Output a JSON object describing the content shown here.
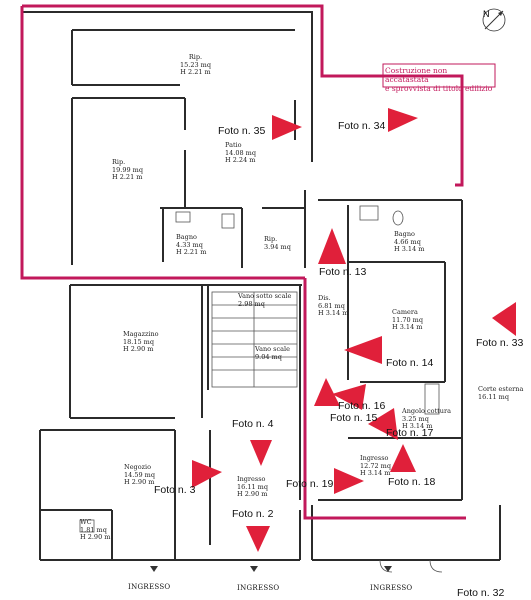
{
  "colors": {
    "pink": "#c2185b",
    "marker": "#e0203a",
    "wall": "#2b2b2b"
  },
  "compass": {
    "label": "N"
  },
  "note": {
    "line1": "Costruzione non accatastata",
    "line2": "e sprovvista di titolo edilizio"
  },
  "rooms": {
    "rip_top": {
      "name": "Rip.",
      "area": "15.23 mq",
      "height": "H 2.21 m"
    },
    "patio": {
      "name": "Patio",
      "area": "14.08 mq",
      "height": "H 2.24 m"
    },
    "rip_left": {
      "name": "Rip.",
      "area": "19.99 mq",
      "height": "H 2.21 m"
    },
    "bagno_left": {
      "name": "Bagno",
      "area": "4.33 mq",
      "height": "H 2.21 m"
    },
    "rip_small": {
      "name": "Rip.",
      "area": "3.94 mq"
    },
    "bagno_right": {
      "name": "Bagno",
      "area": "4.66 mq",
      "height": "H 3.14 m"
    },
    "vano_sotto": {
      "name": "Vano sotto scale",
      "area": "2.98 mq"
    },
    "vano_scale": {
      "name": "Vano scale",
      "area": "9.04 mq"
    },
    "magazzino": {
      "name": "Magazzino",
      "area": "18.15 mq",
      "height": "H 2.90 m"
    },
    "dis": {
      "name": "Dis.",
      "area": "6.81 mq",
      "height": "H 3.14 m"
    },
    "camera": {
      "name": "Camera",
      "area": "11.70 mq",
      "height": "H 3.14 m"
    },
    "corte": {
      "name": "Corte esterna",
      "area": "16.11 mq"
    },
    "angolo": {
      "name": "Angolo cottura",
      "area": "3.25 mq",
      "height": "H 3.14 m"
    },
    "negozio": {
      "name": "Negozio",
      "area": "14.59 mq",
      "height": "H 2.90 m"
    },
    "ingresso_c": {
      "name": "Ingresso",
      "area": "16.11 mq",
      "height": "H 2.90 m"
    },
    "ingresso_r": {
      "name": "Ingresso",
      "area": "12.72 mq",
      "height": "H 3.14 m"
    },
    "wc": {
      "name": "WC",
      "area": "1.81 mq",
      "height": "H 2.90 m"
    }
  },
  "fotos": [
    {
      "id": "f35",
      "label": "Foto n. 35"
    },
    {
      "id": "f34",
      "label": "Foto n. 34"
    },
    {
      "id": "f13",
      "label": "Foto n. 13"
    },
    {
      "id": "f33",
      "label": "Foto n. 33"
    },
    {
      "id": "f14",
      "label": "Foto n. 14"
    },
    {
      "id": "f16",
      "label": "Foto n. 16"
    },
    {
      "id": "f15",
      "label": "Foto n. 15"
    },
    {
      "id": "f17",
      "label": "Foto n. 17"
    },
    {
      "id": "f4",
      "label": "Foto n. 4"
    },
    {
      "id": "f3",
      "label": "Foto n. 3"
    },
    {
      "id": "f19",
      "label": "Foto n. 19"
    },
    {
      "id": "f18",
      "label": "Foto n. 18"
    },
    {
      "id": "f2",
      "label": "Foto n. 2"
    },
    {
      "id": "f32",
      "label": "Foto n. 32"
    }
  ],
  "entrances": {
    "label": "INGRESSO"
  }
}
